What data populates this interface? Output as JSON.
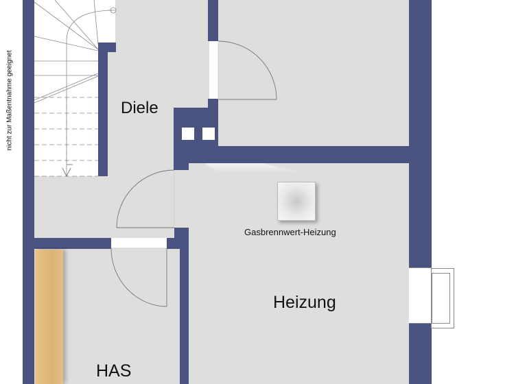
{
  "plan": {
    "disclaimer": "nicht zur Maßentnahme geeignet",
    "rooms": [
      {
        "id": "diele",
        "label": "Diele"
      },
      {
        "id": "heizung",
        "label": "Heizung"
      },
      {
        "id": "has",
        "label": "HAS"
      },
      {
        "id": "top-room",
        "label": ""
      }
    ],
    "equipment": {
      "boiler_label": "Gasbrennwert-Heizung"
    },
    "colors": {
      "wall": "#4a5280",
      "floor": "#dededc",
      "stair": "#ffffff",
      "wood": "#e3b87a"
    }
  }
}
